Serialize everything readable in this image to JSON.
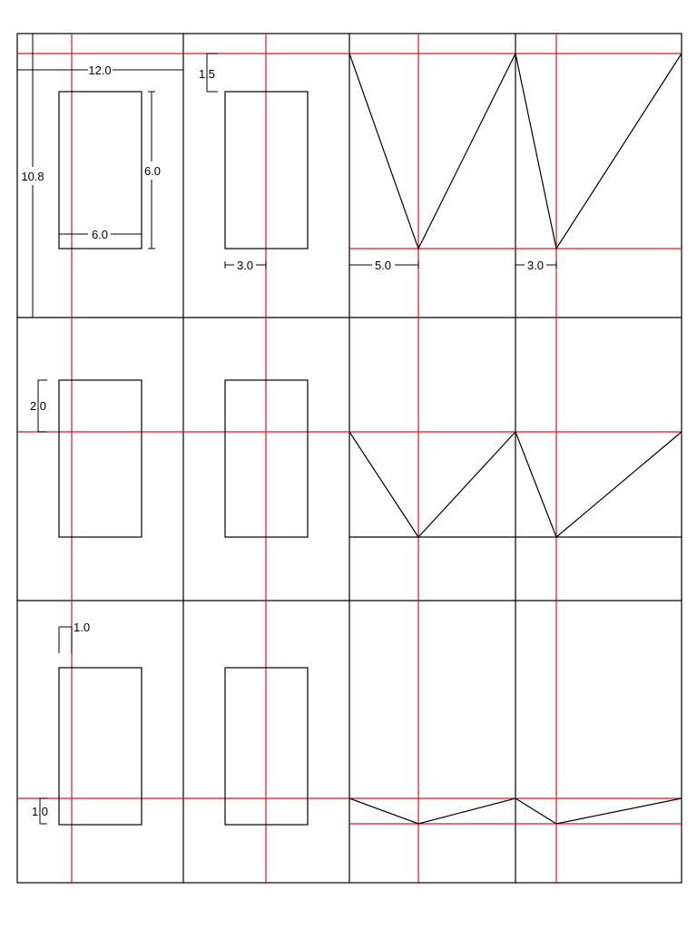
{
  "drawing": {
    "line_color": "#000000",
    "reference_line_color": "#e0141c",
    "background": "#ffffff",
    "dimensions": {
      "overall_width": "12.0",
      "overall_height": "10.8",
      "panel_width": "6.0",
      "panel_height": "6.0",
      "top_offset": "1.5",
      "half_width": "3.0",
      "left_run": "5.0",
      "right_run": "3.0",
      "row2_offset": "2.0",
      "row3_top_offset": "1.0",
      "row3_bottom_offset": "1.0"
    }
  }
}
